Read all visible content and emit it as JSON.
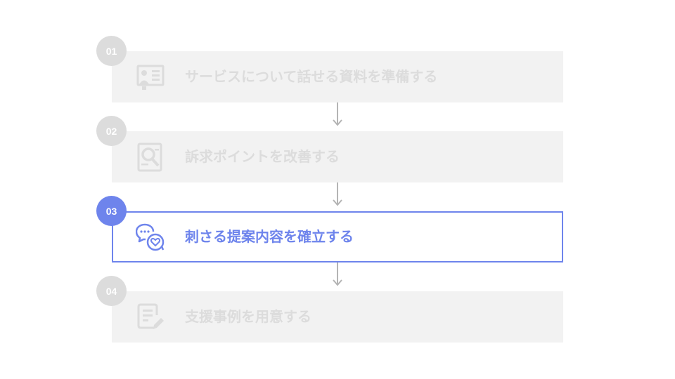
{
  "steps": [
    {
      "number": "01",
      "label": "サービスについて話せる資料を準備する",
      "icon": "presentation-document-icon",
      "active": false
    },
    {
      "number": "02",
      "label": "訴求ポイントを改善する",
      "icon": "magnifier-document-icon",
      "active": false
    },
    {
      "number": "03",
      "label": "刺さる提案内容を確立する",
      "icon": "chat-heart-icon",
      "active": true
    },
    {
      "number": "04",
      "label": "支援事例を用意する",
      "icon": "document-pencil-icon",
      "active": false
    }
  ],
  "colors": {
    "accent": "#6e84ec",
    "inactive_text": "#dcdcdc",
    "inactive_bg": "#f2f2f2",
    "arrow": "#b4b4b4"
  }
}
